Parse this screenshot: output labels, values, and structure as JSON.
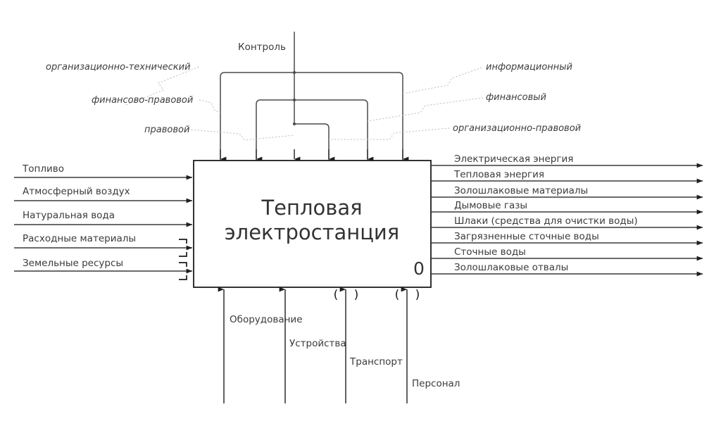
{
  "diagram": {
    "type": "IDEF0 context diagram",
    "activity_box": {
      "title_line_1": "Тепловая",
      "title_line_2": "электростанция",
      "node_number": "0"
    },
    "control_trunk_label": "Контроль",
    "controls": {
      "left_labels": [
        "организационно-технический",
        "финансово-правовой",
        "правовой"
      ],
      "right_labels": [
        "информационный",
        "финансовый",
        "организационно-правовой"
      ],
      "arrow_count": 6
    },
    "inputs": [
      "Топливо",
      "Атмосферный воздух",
      "Натуральная вода",
      "Расходные материалы",
      "Земельные ресурсы"
    ],
    "outputs": [
      "Электрическая энергия",
      "Тепловая энергия",
      "Золошлаковые материалы",
      "Дымовые газы",
      "Шлаки (средства для очистки воды)",
      "Загрязненные сточные воды",
      "Сточные воды",
      "Золошлаковые отвалы"
    ],
    "mechanisms": [
      "Оборудование",
      "Устройства",
      "Транспорт",
      "Персонал"
    ],
    "tunnel_marker": {
      "open": "(",
      "close": ")"
    },
    "colors": {
      "line": "#3a3a3a",
      "box_border": "#1c1c1c",
      "text": "#333333",
      "leader": "#b9b9b9",
      "background": "#ffffff"
    }
  }
}
